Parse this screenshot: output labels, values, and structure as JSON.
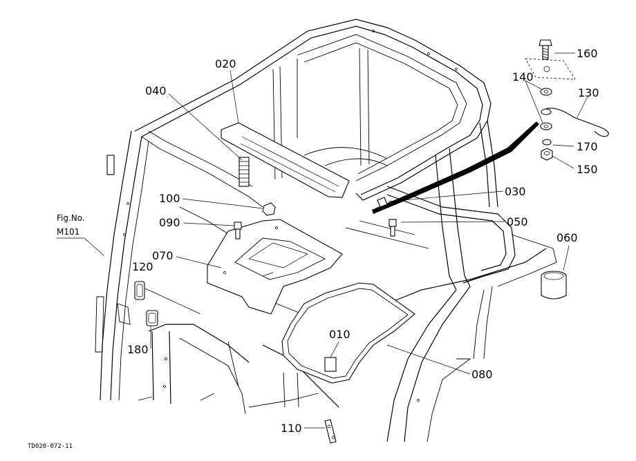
{
  "diagram": {
    "callouts": [
      {
        "id": "020",
        "label": "020"
      },
      {
        "id": "040",
        "label": "040"
      },
      {
        "id": "100",
        "label": "100"
      },
      {
        "id": "090",
        "label": "090"
      },
      {
        "id": "070",
        "label": "070"
      },
      {
        "id": "120",
        "label": "120"
      },
      {
        "id": "180",
        "label": "180"
      },
      {
        "id": "010",
        "label": "010"
      },
      {
        "id": "080",
        "label": "080"
      },
      {
        "id": "110",
        "label": "110"
      },
      {
        "id": "060",
        "label": "060"
      },
      {
        "id": "050",
        "label": "050"
      },
      {
        "id": "030",
        "label": "030"
      },
      {
        "id": "160",
        "label": "160"
      },
      {
        "id": "140",
        "label": "140"
      },
      {
        "id": "130",
        "label": "130"
      },
      {
        "id": "170",
        "label": "170"
      },
      {
        "id": "150",
        "label": "150"
      }
    ],
    "fig_ref_line1": "Fig.No.",
    "fig_ref_line2": "M101",
    "doc_id": "TD020-072-11"
  }
}
